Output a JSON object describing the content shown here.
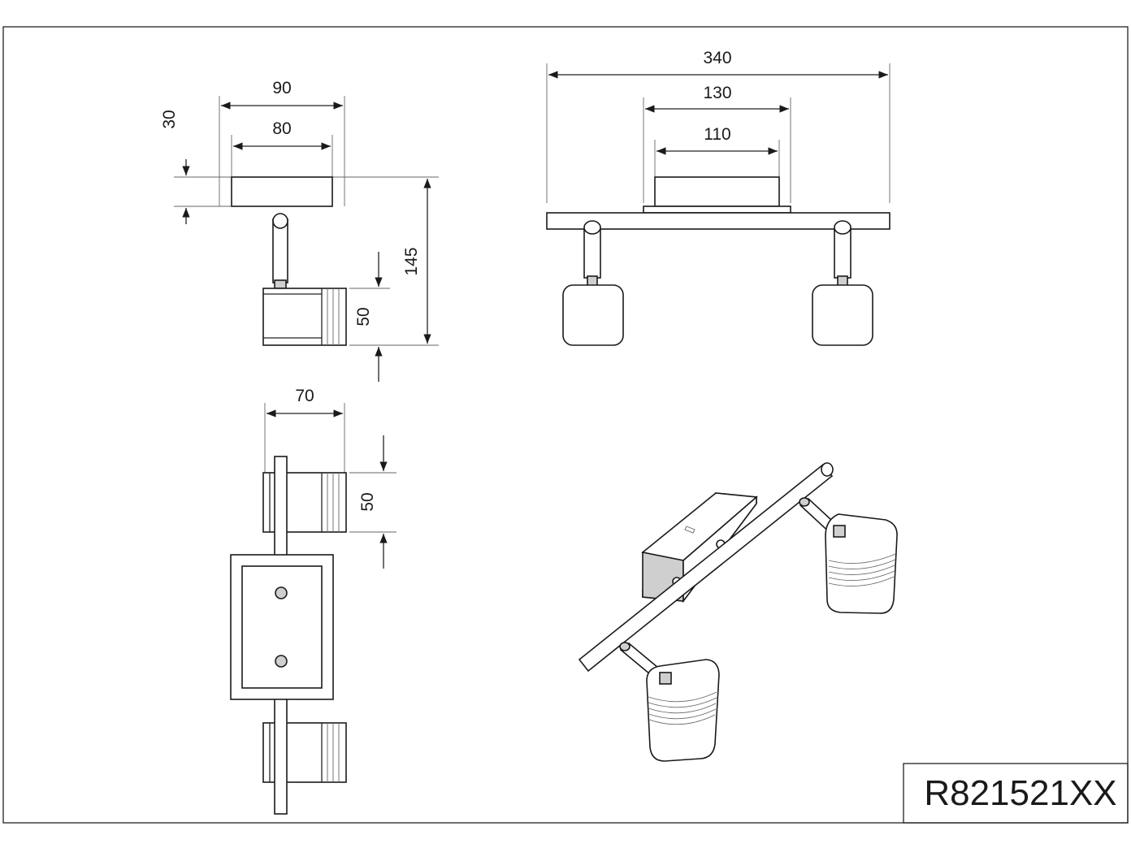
{
  "dimensions": {
    "side_view": {
      "width_outer": "90",
      "width_inner": "80",
      "base_height": "30",
      "total_height": "145",
      "head_height": "50"
    },
    "front_view": {
      "length": "340",
      "canopy_outer": "130",
      "canopy_inner": "110"
    },
    "top_view": {
      "head_width": "70",
      "head_depth": "50"
    }
  },
  "model_number": "R821521XX"
}
